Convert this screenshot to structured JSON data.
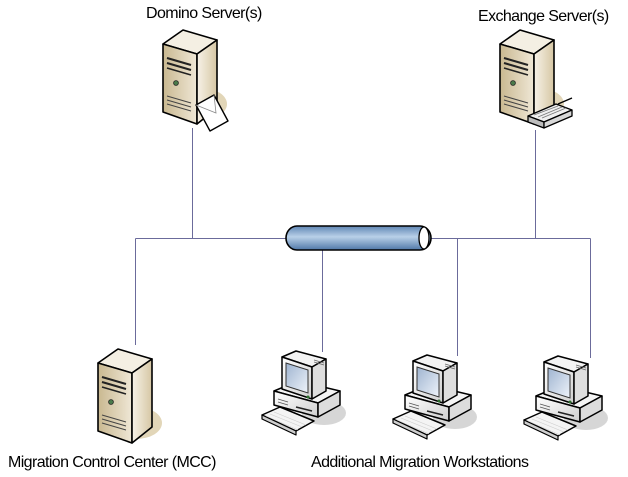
{
  "diagram": {
    "title": "Migration network topology",
    "nodes": [
      {
        "id": "domino",
        "label": "Domino Server(s)",
        "type": "server",
        "badge": "envelope-icon"
      },
      {
        "id": "exchange",
        "label": "Exchange Server(s)",
        "type": "server",
        "badge": "network-card-icon"
      },
      {
        "id": "mcc",
        "label": "Migration Control Center (MCC)",
        "type": "server"
      },
      {
        "id": "ws1",
        "label": "",
        "type": "workstation"
      },
      {
        "id": "ws2",
        "label": "",
        "type": "workstation"
      },
      {
        "id": "ws3",
        "label": "",
        "type": "workstation"
      }
    ],
    "hub": {
      "id": "network",
      "type": "network-pipe"
    },
    "group_labels": {
      "workstations": "Additional Migration Workstations"
    },
    "edges": [
      [
        "domino",
        "network"
      ],
      [
        "exchange",
        "network"
      ],
      [
        "mcc",
        "network"
      ],
      [
        "ws1",
        "network"
      ],
      [
        "ws2",
        "network"
      ],
      [
        "ws3",
        "network"
      ]
    ],
    "colors": {
      "line": "#6b6b9b",
      "pipe": "#8fb0d4",
      "server_body": "#e8dcc4",
      "shadow": "#e2d6b8"
    }
  }
}
